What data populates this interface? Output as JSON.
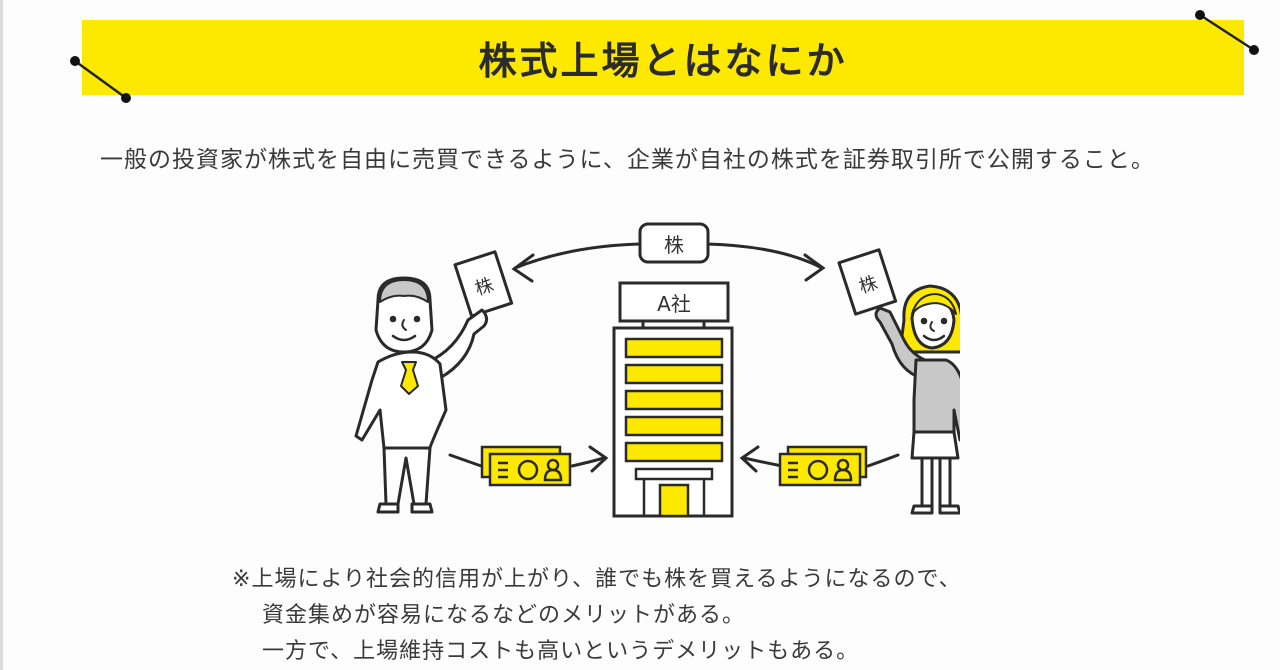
{
  "title": "株式上場とはなにか",
  "lead": "一般の投資家が株式を自由に売買できるように、企業が自社の株式を証券取引所で公開すること。",
  "diagram": {
    "share_label_top": "株",
    "share_label_left": "株",
    "share_label_right": "株",
    "company_sign": "A社",
    "money_left_icon": "banknote-icon",
    "money_right_icon": "banknote-icon",
    "person_left": "male-investor",
    "person_right": "female-investor",
    "building_icon": "office-building-icon"
  },
  "notes": {
    "mark": "※",
    "line1": "上場により社会的信用が上がり、誰でも株を買えるようになるので、",
    "line2": "資金集めが容易になるなどのメリットがある。",
    "line3": "一方で、上場維持コストも高いというデメリットもある。"
  },
  "colors": {
    "accent_yellow": "#fde900",
    "line": "#2a2a2a",
    "suit_gray": "#c8c8c8"
  }
}
